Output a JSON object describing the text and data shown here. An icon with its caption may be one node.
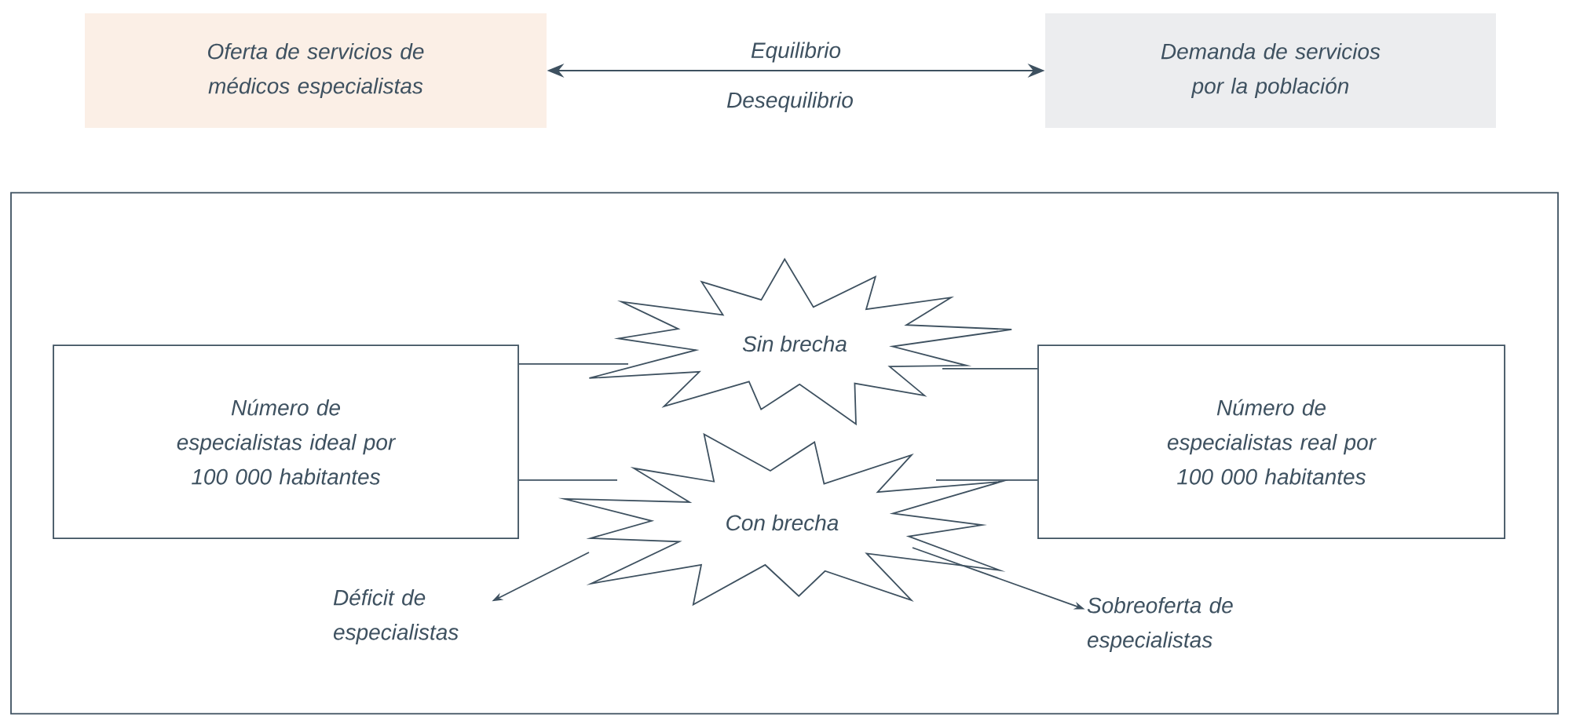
{
  "diagram": {
    "nodes": [
      {
        "text": [
          "Oferta de servicios de médicos especialistas"
        ]
      },
      {
        "text": [
          "Demanda de servicios por la población"
        ]
      },
      {
        "text": [],
        "shape": "box"
      },
      {
        "text": [
          "Número de especialistas ideal por 100 000 habitantes"
        ],
        "in": 2
      },
      {
        "text": [
          "Sin brecha"
        ],
        "in": 2
      },
      {
        "text": [
          "Con brecha"
        ],
        "in": 2
      },
      {
        "text": [
          "Número de especialistas real por 100 000 habitantes"
        ],
        "in": 2
      },
      {
        "text": [
          "Déficit de especialistas"
        ],
        "in": 2
      },
      {
        "text": [
          "Sobreoferta de especialistas"
        ],
        "in": 2
      }
    ],
    "edges": [
      {
        "from": 0,
        "to": 1,
        "arrow": "both",
        "label": "Equilibrio"
      },
      {
        "from": 3,
        "to": 4,
        "arrow": "none"
      },
      {
        "from": 4,
        "to": 6,
        "arrow": "none"
      },
      {
        "from": 3,
        "to": 5,
        "arrow": "none"
      },
      {
        "from": 5,
        "to": 6,
        "arrow": "none"
      },
      {
        "from": 5,
        "to": 7,
        "arrow": "to"
      },
      {
        "from": 5,
        "to": 8,
        "arrow": "to"
      }
    ],
    "labels": [
      "Desequilibrio"
    ]
  }
}
